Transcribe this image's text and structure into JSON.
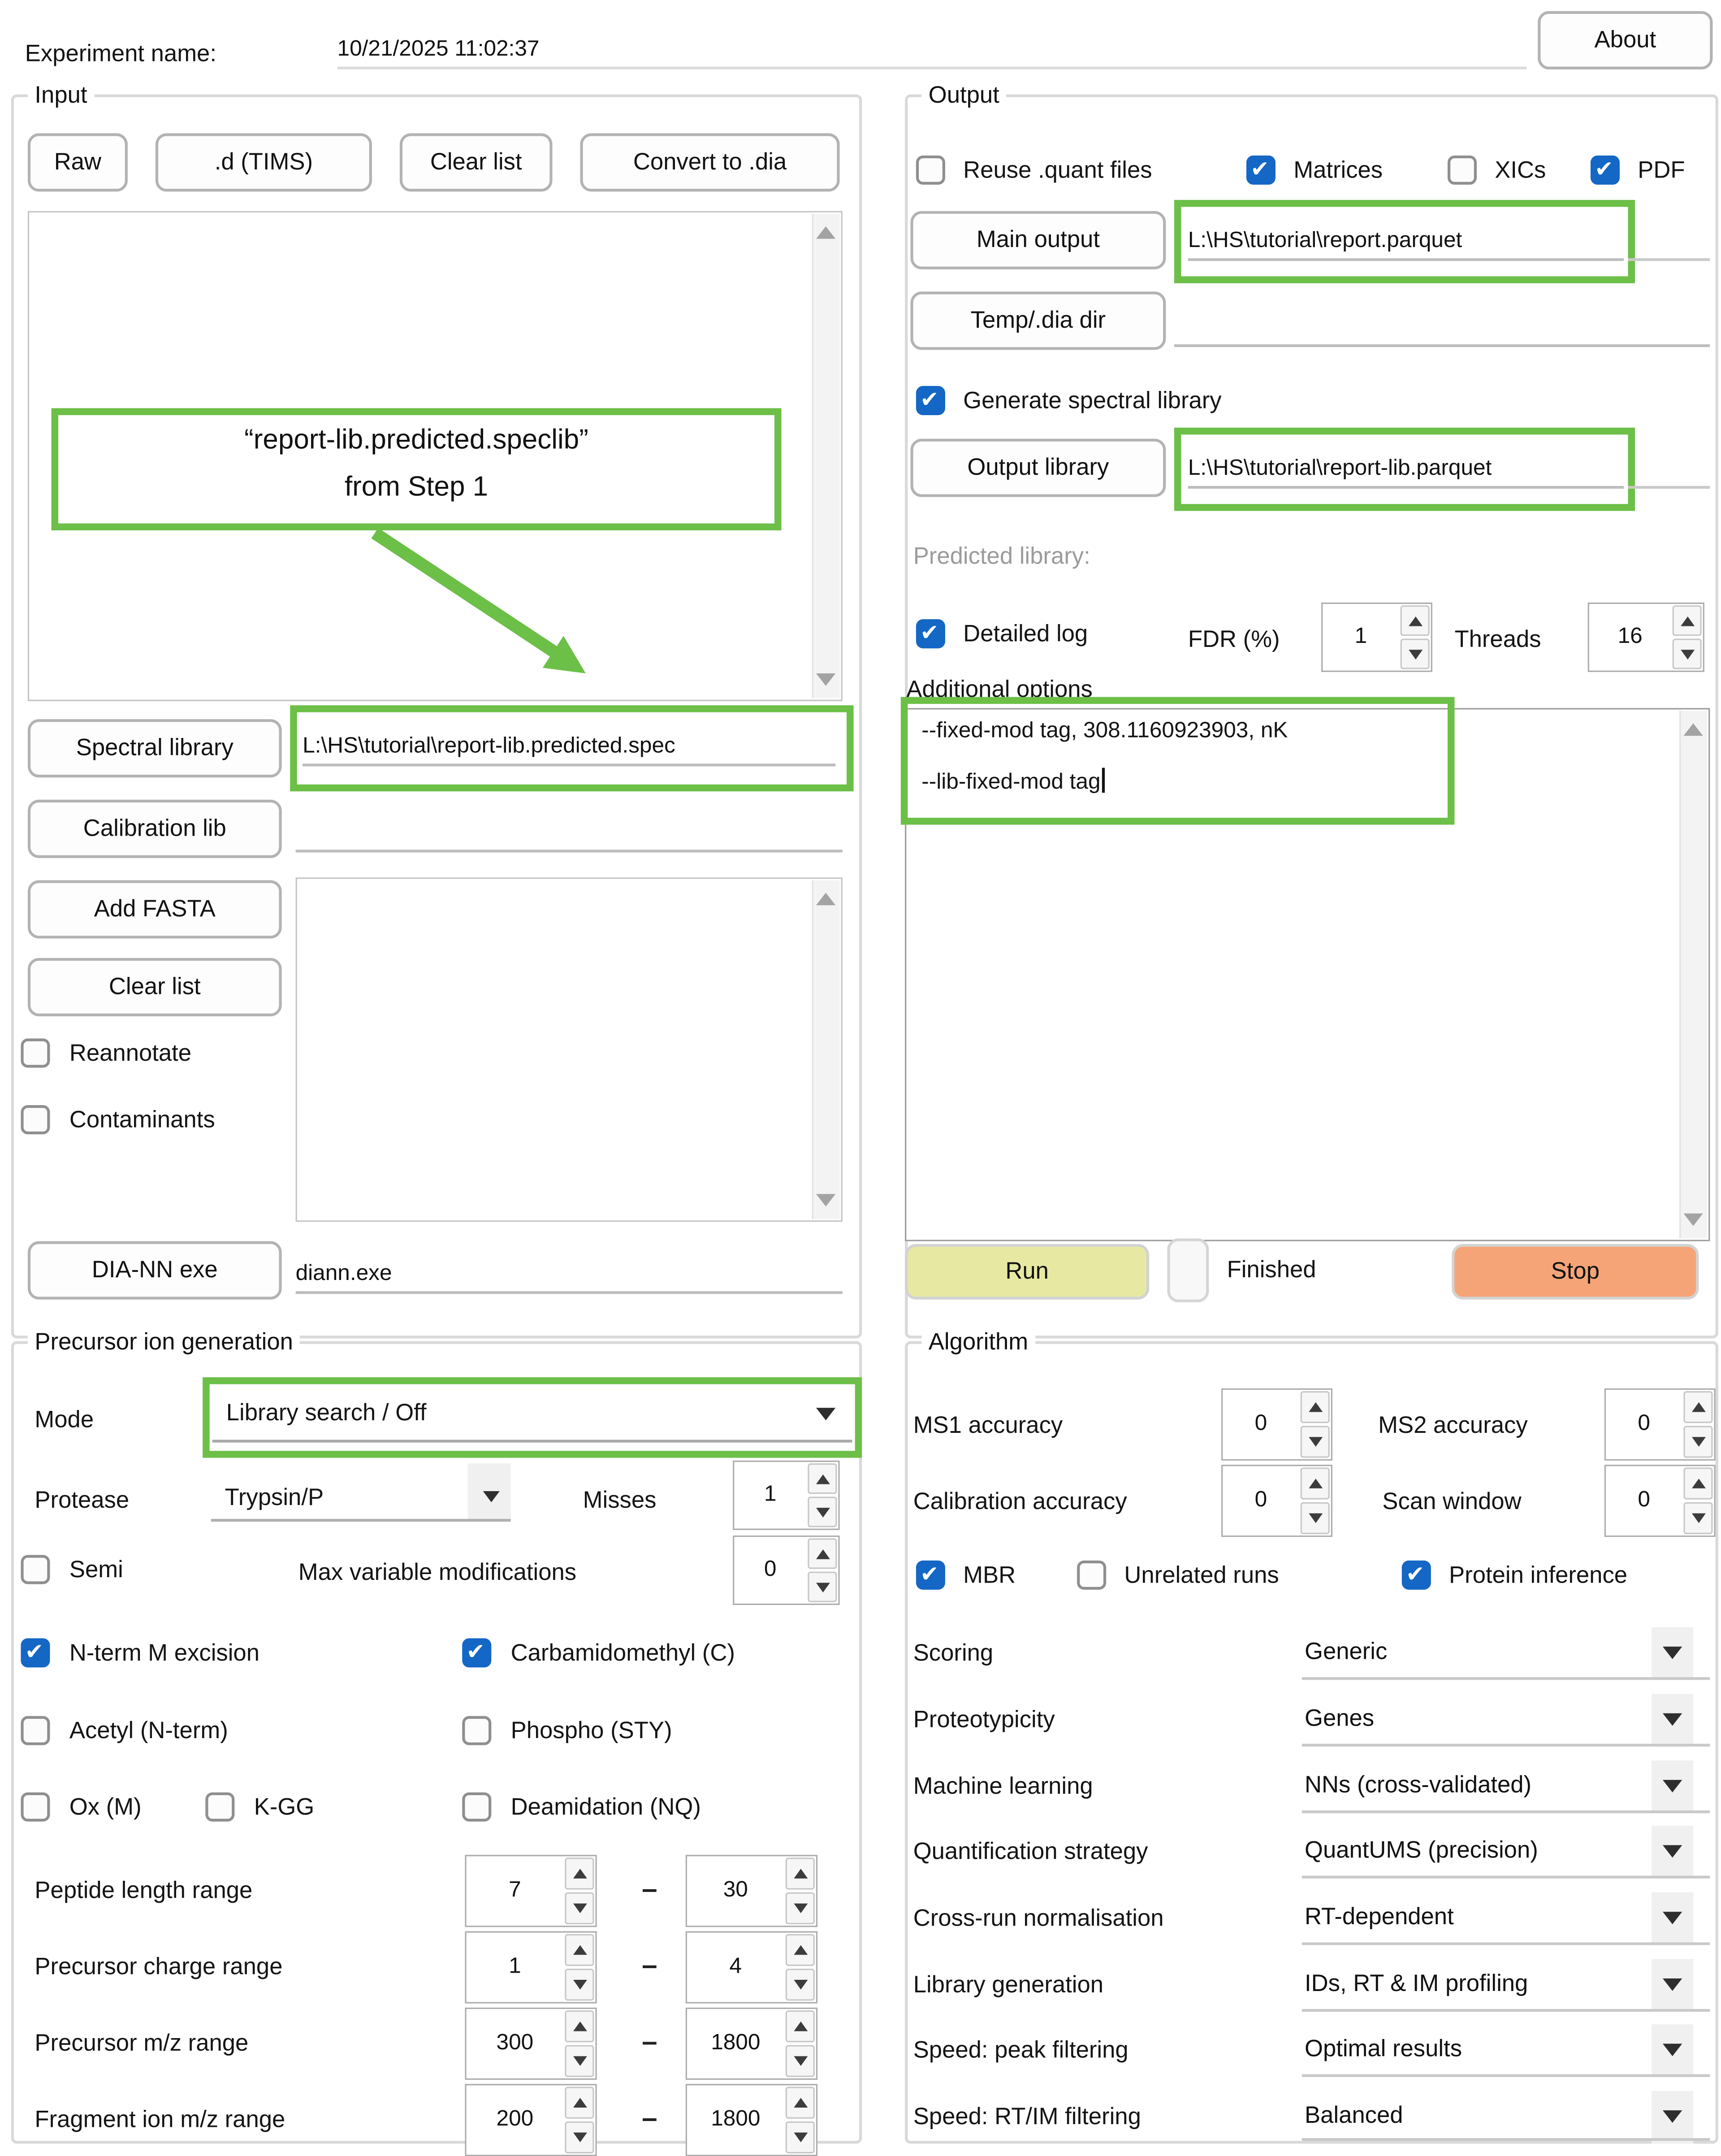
{
  "header": {
    "experiment_label": "Experiment name:",
    "experiment_value": "10/21/2025 11:02:37",
    "about_label": "About"
  },
  "input": {
    "title": "Input",
    "buttons": [
      "Raw",
      ".d (TIMS)",
      "Clear list",
      "Convert to .dia"
    ],
    "annotation": {
      "line1": "“report-lib.predicted.speclib”",
      "line2": "from Step 1"
    },
    "spectral_library_button": "Spectral library",
    "spectral_library_value": "L:\\HS\\tutorial\\report-lib.predicted.spec",
    "calibration_lib_button": "Calibration lib",
    "calibration_lib_value": "",
    "add_fasta_button": "Add FASTA",
    "clear_list_button": "Clear list",
    "reannotate_label": "Reannotate",
    "contaminants_label": "Contaminants",
    "diann_exe_button": "DIA-NN exe",
    "diann_exe_value": "diann.exe"
  },
  "precursor": {
    "title": "Precursor ion generation",
    "mode_label": "Mode",
    "mode_value": "Library search / Off",
    "protease_label": "Protease",
    "protease_value": "Trypsin/P",
    "misses_label": "Misses",
    "misses_value": "1",
    "semi_label": "Semi",
    "max_var_label": "Max variable modifications",
    "max_var_value": "0",
    "dash": "–",
    "mods": {
      "nterm": "N-term M excision",
      "carbamidomethyl": "Carbamidomethyl (C)",
      "acetyl": "Acetyl (N-term)",
      "phospho": "Phospho (STY)",
      "ox": "Ox (M)",
      "kgg": "K-GG",
      "deamidation": "Deamidation (NQ)"
    },
    "ranges": [
      {
        "label": "Peptide length range",
        "from": "7",
        "to": "30"
      },
      {
        "label": "Precursor charge range",
        "from": "1",
        "to": "4"
      },
      {
        "label": "Precursor m/z range",
        "from": "300",
        "to": "1800"
      },
      {
        "label": "Fragment ion m/z range",
        "from": "200",
        "to": "1800"
      }
    ]
  },
  "output": {
    "title": "Output",
    "reuse_quant_label": "Reuse .quant files",
    "matrices_label": "Matrices",
    "xics_label": "XICs",
    "pdf_label": "PDF",
    "main_output_button": "Main output",
    "main_output_value": "L:\\HS\\tutorial\\report.parquet",
    "temp_dir_button": "Temp/.dia dir",
    "temp_dir_value": "",
    "generate_lib_label": "Generate spectral library",
    "output_library_button": "Output library",
    "output_library_value": "L:\\HS\\tutorial\\report-lib.parquet",
    "predicted_library_label": "Predicted library:",
    "detailed_log_label": "Detailed log",
    "fdr_label": "FDR (%)",
    "fdr_value": "1",
    "threads_label": "Threads",
    "threads_value": "16",
    "additional_options_label": "Additional options",
    "additional_options_line1": "--fixed-mod tag, 308.1160923903, nK",
    "additional_options_line2": "--lib-fixed-mod tag",
    "run_button": "Run",
    "finished_label": "Finished",
    "stop_button": "Stop"
  },
  "algorithm": {
    "title": "Algorithm",
    "ms1_label": "MS1 accuracy",
    "ms1_value": "0",
    "ms2_label": "MS2 accuracy",
    "ms2_value": "0",
    "cal_label": "Calibration accuracy",
    "cal_value": "0",
    "scan_label": "Scan window",
    "scan_value": "0",
    "mbr_label": "MBR",
    "unrelated_label": "Unrelated runs",
    "protein_inference_label": "Protein inference",
    "dropdowns": [
      {
        "label": "Scoring",
        "value": "Generic"
      },
      {
        "label": "Proteotypicity",
        "value": "Genes"
      },
      {
        "label": "Machine learning",
        "value": "NNs (cross-validated)"
      },
      {
        "label": "Quantification strategy",
        "value": "QuantUMS (precision)"
      },
      {
        "label": "Cross-run normalisation",
        "value": "RT-dependent"
      },
      {
        "label": "Library generation",
        "value": "IDs, RT & IM profiling"
      },
      {
        "label": "Speed: peak filtering",
        "value": "Optimal results"
      },
      {
        "label": "Speed: RT/IM filtering",
        "value": "Balanced"
      }
    ]
  },
  "states": {
    "reannotate": false,
    "contaminants": false,
    "semi": false,
    "nterm_m_excision": true,
    "carbamidomethyl": true,
    "acetyl": false,
    "phospho": false,
    "ox": false,
    "kgg": false,
    "deamidation": false,
    "reuse_quant": false,
    "matrices": true,
    "xics": false,
    "pdf": true,
    "generate_spectral_library": true,
    "detailed_log": true,
    "mbr": true,
    "unrelated_runs": false,
    "protein_inference": true
  },
  "colors": {
    "annotation_green": "#6cbf47",
    "checkbox_blue": "#1467c5",
    "run_bg": "#e7e9a3",
    "stop_bg": "#f5a478"
  }
}
